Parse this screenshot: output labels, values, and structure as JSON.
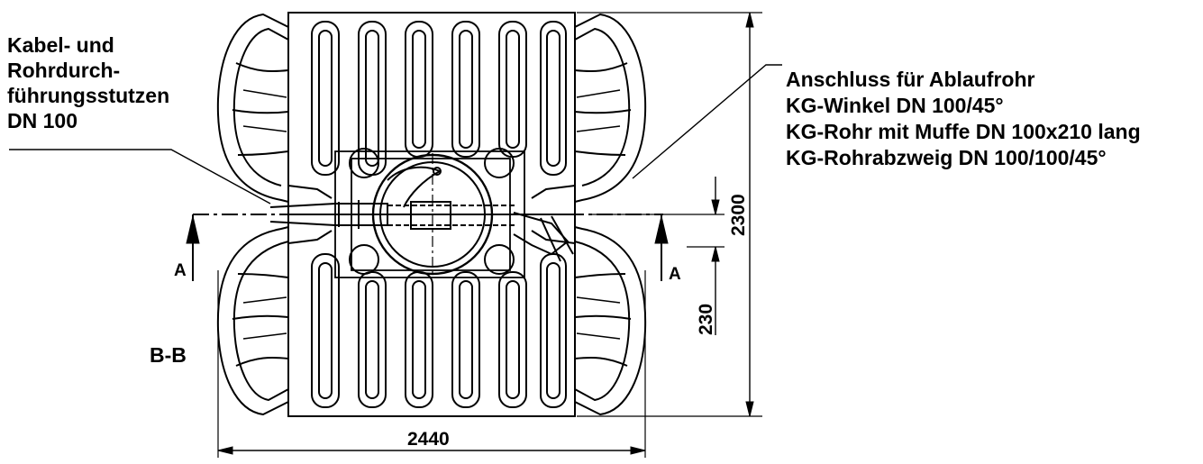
{
  "labels": {
    "left_callout": [
      "Kabel- und",
      "Rohrdurch-",
      "führungsstutzen",
      "DN 100"
    ],
    "right_callout": [
      "Anschluss für Ablaufrohr",
      "KG-Winkel DN 100/45°",
      "KG-Rohr mit Muffe DN 100x210 lang",
      "KG-Rohrabzweig DN 100/100/45°"
    ],
    "section_view": "B-B",
    "section_marker": "A"
  },
  "dimensions": {
    "width": "2440",
    "height": "2300",
    "offset": "230"
  },
  "colors": {
    "line": "#000000",
    "background": "#ffffff"
  }
}
